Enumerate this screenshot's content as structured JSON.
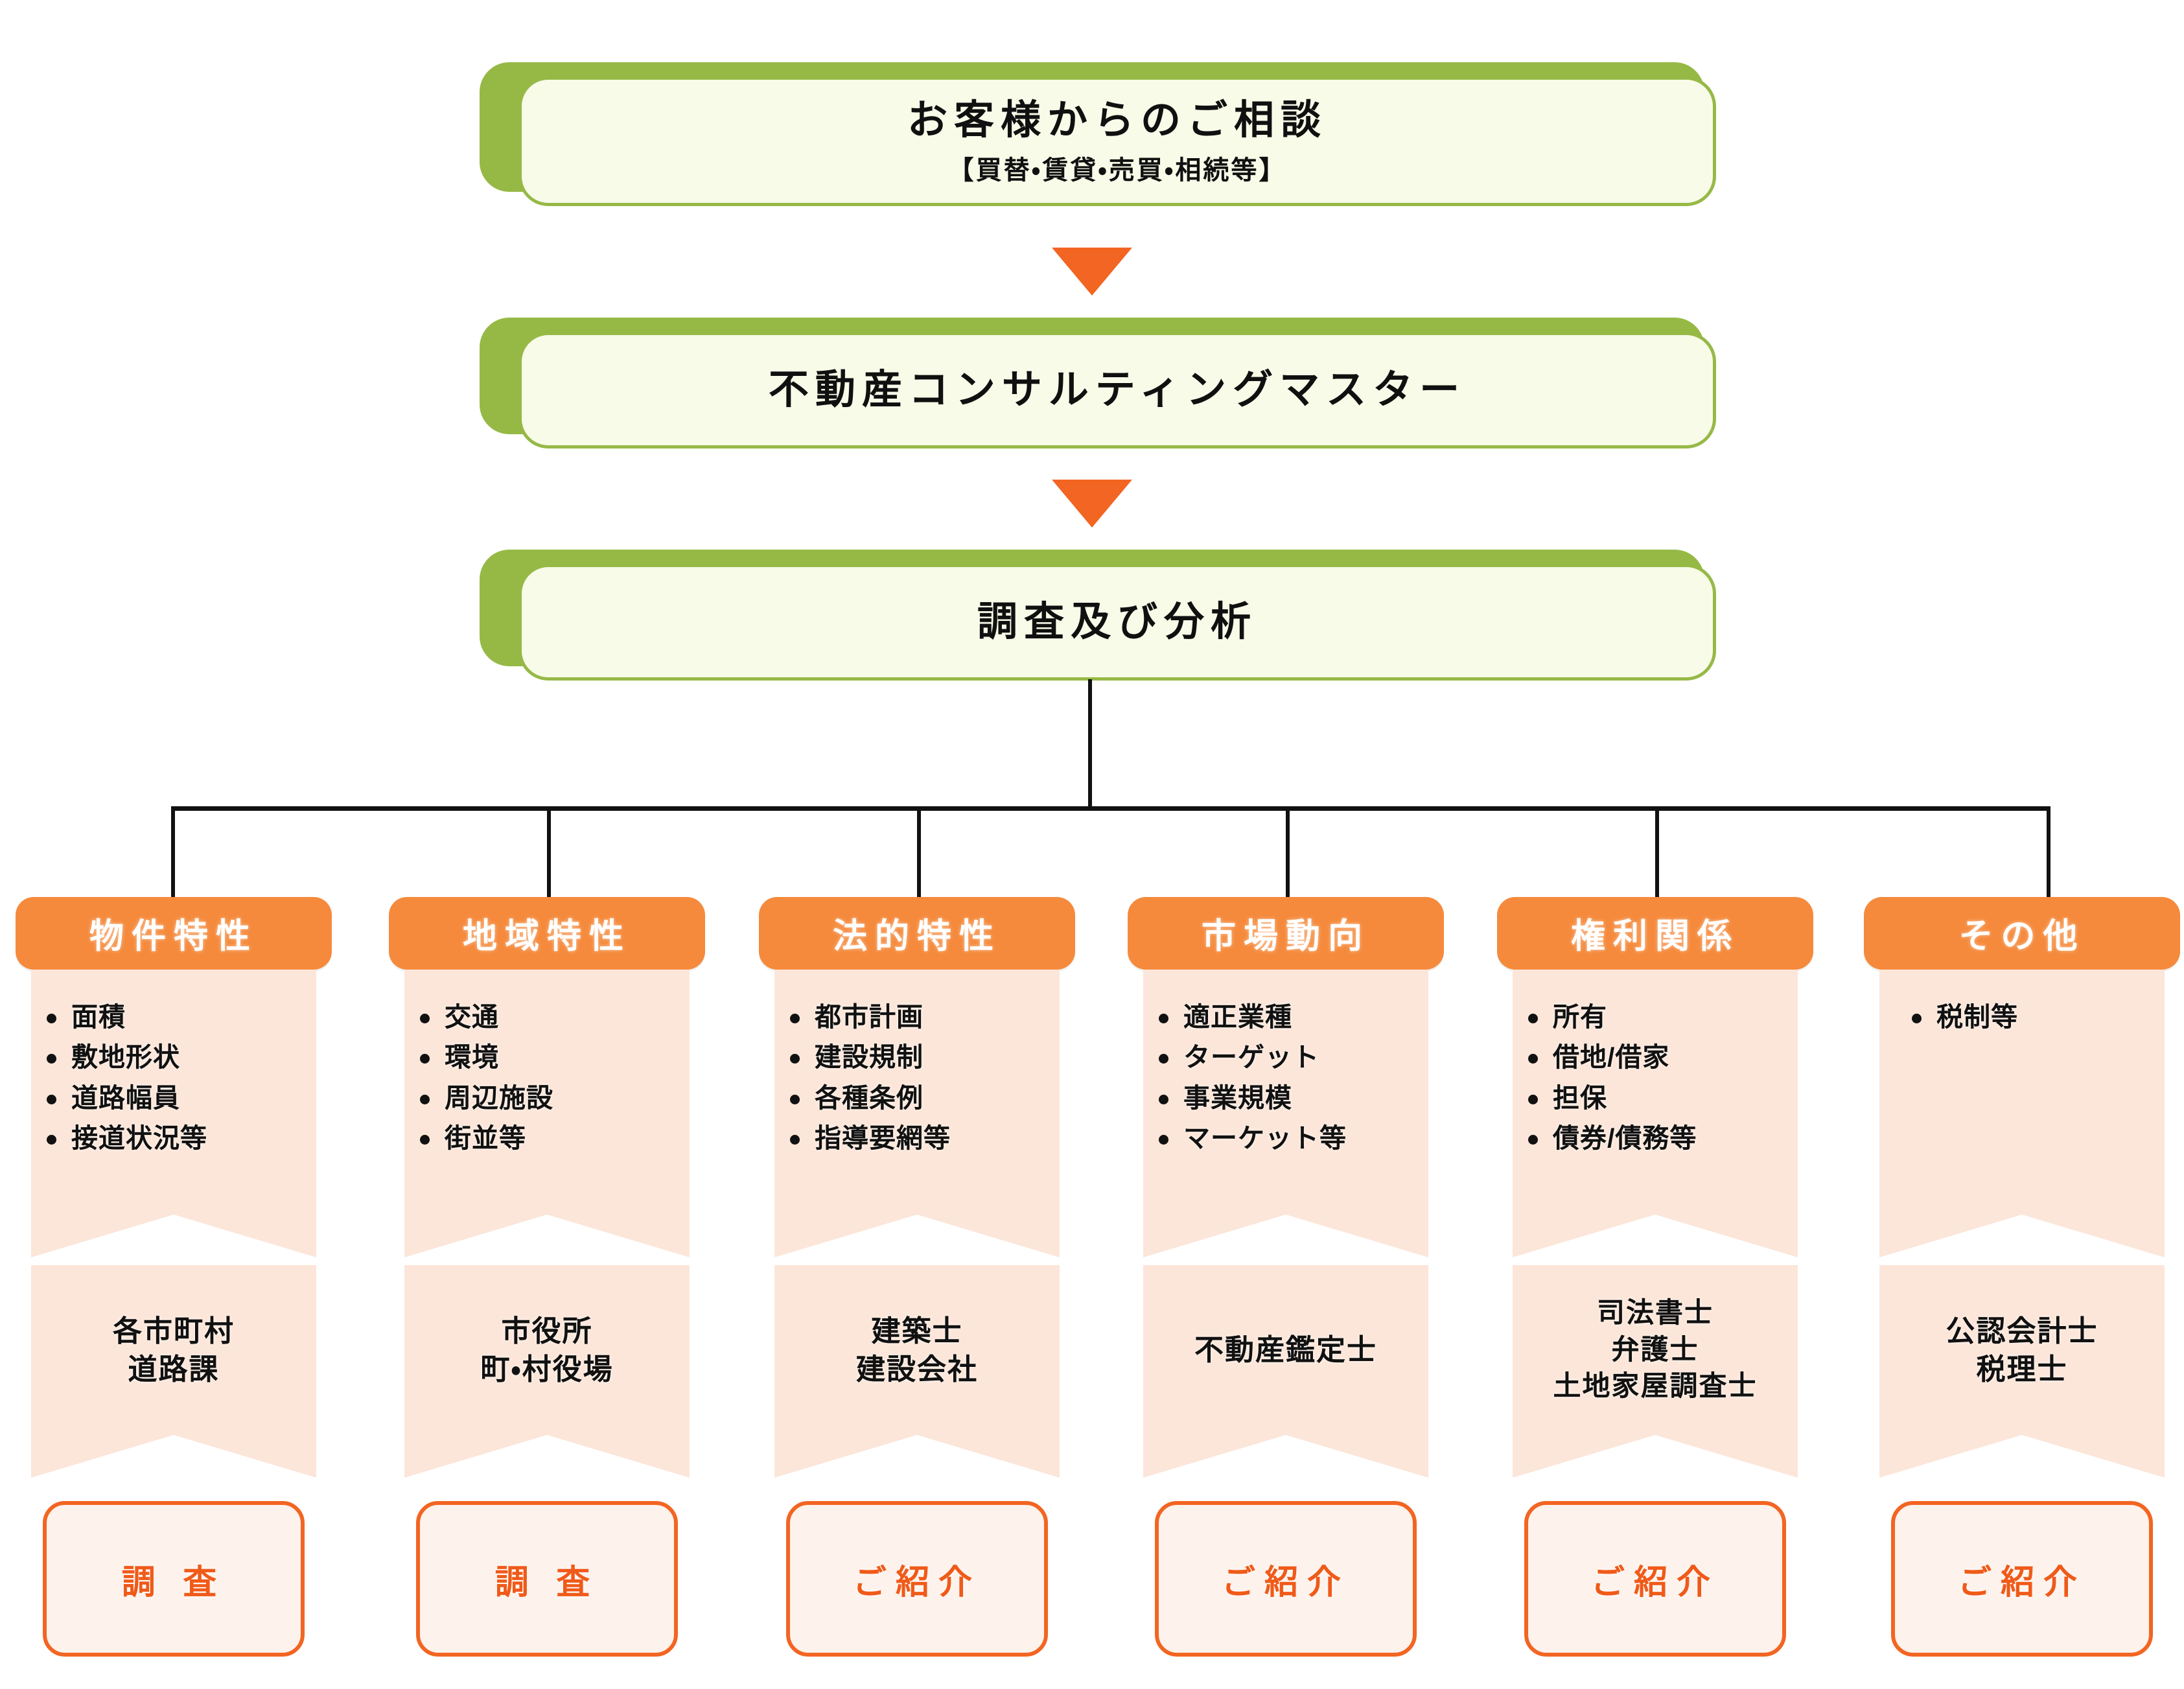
{
  "flow": {
    "steps": [
      {
        "title": "お客様からのご相談",
        "subtitle": "【買替・賃貸・売買・相続等】"
      },
      {
        "title": "不動産コンサルティングマスター",
        "subtitle": ""
      },
      {
        "title": "調査及び分析",
        "subtitle": ""
      }
    ],
    "arrow_icon": "triangle-down-icon",
    "connector_color": "#111111"
  },
  "colors": {
    "green_frame": "#96b946",
    "green_fill": "#f7fbe8",
    "orange_header": "#f58a3c",
    "orange_arrow": "#f26522",
    "ribbon_fill": "#fce6d9",
    "button_border": "#f26522",
    "button_fill": "#fdf2ec",
    "button_text": "#f05a19"
  },
  "categories": [
    {
      "header": "物件特性",
      "items": [
        "面積",
        "敷地形状",
        "道路幅員",
        "接道状況等"
      ],
      "provider": "各市町村\n道路課",
      "provider_lines": [
        "各市町村",
        "道路課"
      ],
      "action": "調 査"
    },
    {
      "header": "地域特性",
      "items": [
        "交通",
        "環境",
        "周辺施設",
        "街並等"
      ],
      "provider_lines": [
        "市役所",
        "町・村役場"
      ],
      "action": "調 査"
    },
    {
      "header": "法的特性",
      "items": [
        "都市計画",
        "建設規制",
        "各種条例",
        "指導要網等"
      ],
      "provider_lines": [
        "建築士",
        "建設会社"
      ],
      "action": "ご紹介"
    },
    {
      "header": "市場動向",
      "items": [
        "適正業種",
        "ターゲット",
        "事業規模",
        "マーケット等"
      ],
      "provider_lines": [
        "不動産鑑定士"
      ],
      "action": "ご紹介"
    },
    {
      "header": "権利関係",
      "items": [
        "所有",
        "借地/借家",
        "担保",
        "債券/債務等"
      ],
      "provider_lines": [
        "司法書士",
        "弁護士",
        "土地家屋調査士"
      ],
      "action": "ご紹介"
    },
    {
      "header": "その他",
      "items": [
        "税制等"
      ],
      "provider_lines": [
        "公認会計士",
        "税理士"
      ],
      "action": "ご紹介"
    }
  ]
}
